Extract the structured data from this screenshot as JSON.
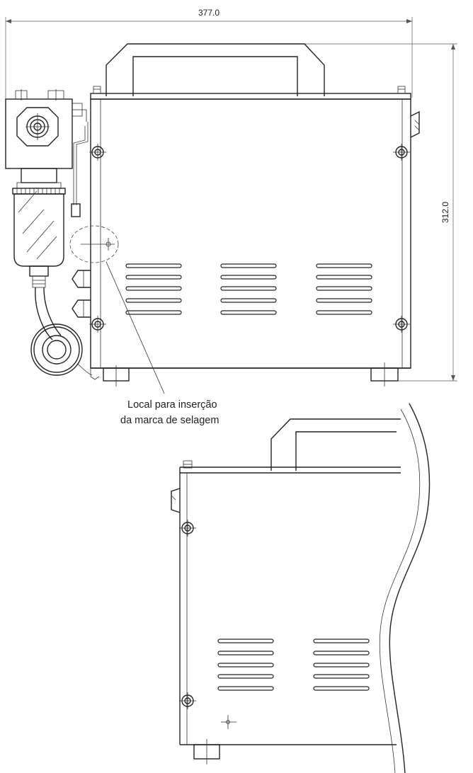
{
  "dimensions": {
    "width": "377.0",
    "height": "312.0"
  },
  "annotation": {
    "line1": "Local para inserção",
    "line2": "da marca de selagem"
  }
}
